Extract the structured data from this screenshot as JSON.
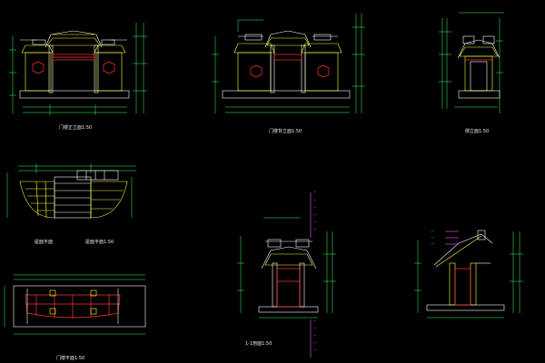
{
  "drawings": [
    {
      "id": "front-elevation",
      "caption": "门楼正立面1:50"
    },
    {
      "id": "rear-elevation",
      "caption": "门楼背立面1:50"
    },
    {
      "id": "side-elevation",
      "caption": "侧立面1:50"
    },
    {
      "id": "roof-plan",
      "caption": "屋面平面"
    },
    {
      "id": "roof-framing-plan",
      "caption": "屋面平面1:50"
    },
    {
      "id": "section-1-1",
      "caption": "1-1剖面1:50"
    },
    {
      "id": "side-section",
      "caption": ""
    },
    {
      "id": "floor-plan",
      "caption": "门楼平面1:50"
    }
  ],
  "colors": {
    "background": "#000000",
    "lines_yellow": "#ffff33",
    "lines_green": "#33ff66",
    "lines_white": "#ffffff",
    "lines_red": "#ff3333",
    "lines_cyan": "#33ccff",
    "lines_magenta": "#ff55ff"
  }
}
